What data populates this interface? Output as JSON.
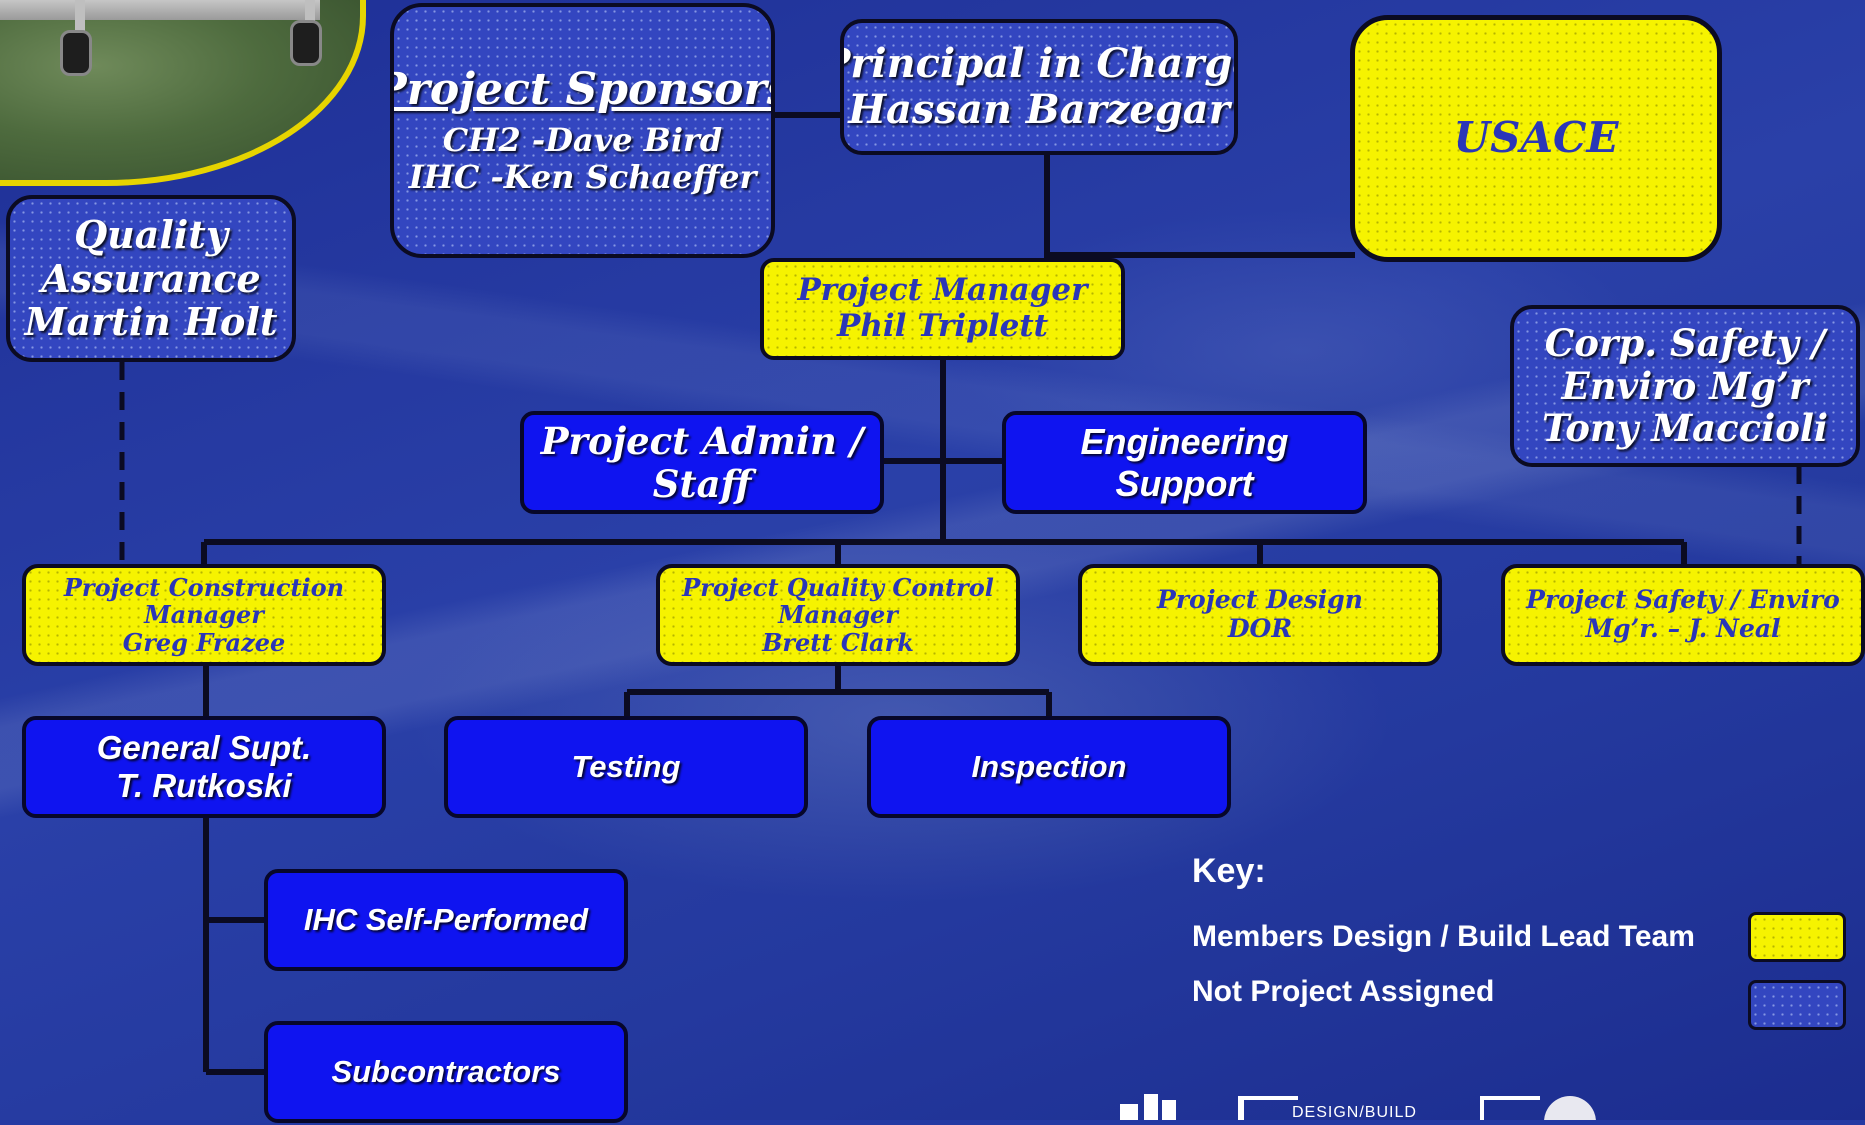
{
  "colors": {
    "lead_team": "#f6f300",
    "not_assigned": "#3346c0",
    "staff_boxes": "#0f14f0",
    "connector": "#0b0b22"
  },
  "nodes": {
    "project_sponsors": {
      "title": "Project Sponsors",
      "line1": "CH2 -Dave Bird",
      "line2": "IHC -Ken Schaeffer"
    },
    "principal": {
      "line1": "Principal in Charge",
      "line2": "Hassan Barzegar"
    },
    "usace": {
      "label": "USACE"
    },
    "quality_assurance": {
      "line1": "Quality",
      "line2": "Assurance",
      "line3": "Martin Holt"
    },
    "project_manager": {
      "line1": "Project Manager",
      "line2": "Phil Triplett"
    },
    "corp_safety": {
      "line1": "Corp. Safety /",
      "line2": "Enviro Mg’r",
      "line3": "Tony Maccioli"
    },
    "project_admin": {
      "line1": "Project Admin /",
      "line2": "Staff"
    },
    "engineering_support": {
      "line1": "Engineering",
      "line2": "Support"
    },
    "construction_manager": {
      "line1": "Project Construction",
      "line2": "Manager",
      "line3": "Greg Frazee"
    },
    "qc_manager": {
      "line1": "Project Quality Control",
      "line2": "Manager",
      "line3": "Brett Clark"
    },
    "project_design": {
      "line1": "Project Design",
      "line2": "DOR"
    },
    "project_safety": {
      "line1": "Project Safety / Enviro",
      "line2": "Mg’r. – J. Neal"
    },
    "general_supt": {
      "line1": "General Supt.",
      "line2": "T. Rutkoski"
    },
    "testing": {
      "label": "Testing"
    },
    "inspection": {
      "label": "Inspection"
    },
    "ihc_self": {
      "label": "IHC Self-Performed"
    },
    "subcontractors": {
      "label": "Subcontractors"
    }
  },
  "key": {
    "title": "Key:",
    "lead_team_label": "Members Design / Build Lead Team",
    "not_assigned_label": "Not Project Assigned"
  },
  "logo": {
    "text": "DESIGN/BUILD"
  }
}
